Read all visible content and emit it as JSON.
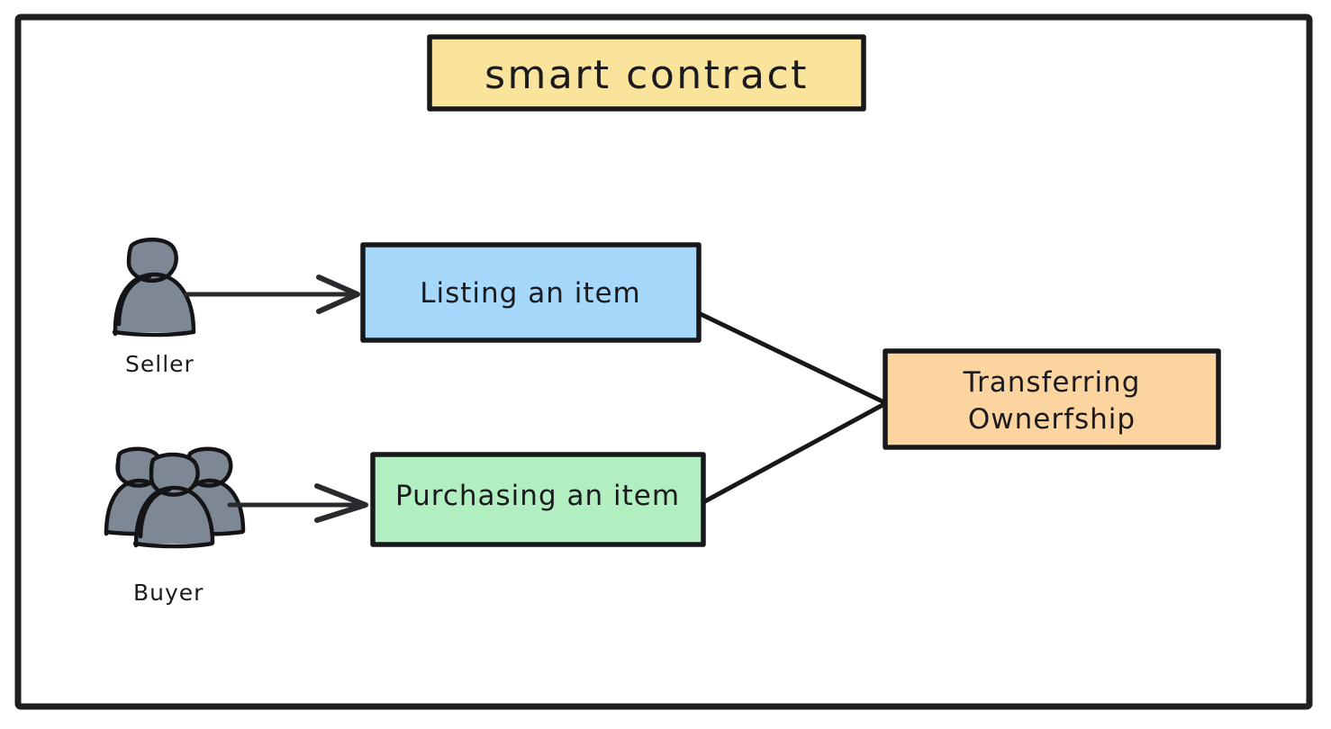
{
  "diagram": {
    "title": "smart contract",
    "frame": {
      "border_color": "#1f1f22"
    },
    "colors": {
      "title_box": "#fae39a",
      "listing_box": "#a5d8fb",
      "purchasing_box": "#b2efc0",
      "transferring_box": "#fbd4a0",
      "stroke": "#18181b",
      "person_fill": "#7e8894",
      "background": "#ffffff"
    },
    "actors": [
      {
        "id": "seller",
        "label": "Seller",
        "icon": "single-person-icon"
      },
      {
        "id": "buyer",
        "label": "Buyer",
        "icon": "people-group-icon"
      }
    ],
    "nodes": [
      {
        "id": "title",
        "label": "smart contract",
        "fill": "#fae39a"
      },
      {
        "id": "listing",
        "label": "Listing an item",
        "fill": "#a5d8fb"
      },
      {
        "id": "purchasing",
        "label": "Purchasing an item",
        "fill": "#b2efc0"
      },
      {
        "id": "transferring",
        "label_line1": "Transferring",
        "label_line2": "Ownerfship",
        "fill": "#fbd4a0"
      }
    ],
    "edges": [
      {
        "from": "seller",
        "to": "listing",
        "arrowhead": true
      },
      {
        "from": "buyer",
        "to": "purchasing",
        "arrowhead": true
      },
      {
        "from": "listing",
        "to": "transferring",
        "arrowhead": false
      },
      {
        "from": "purchasing",
        "to": "transferring",
        "arrowhead": false
      }
    ]
  }
}
